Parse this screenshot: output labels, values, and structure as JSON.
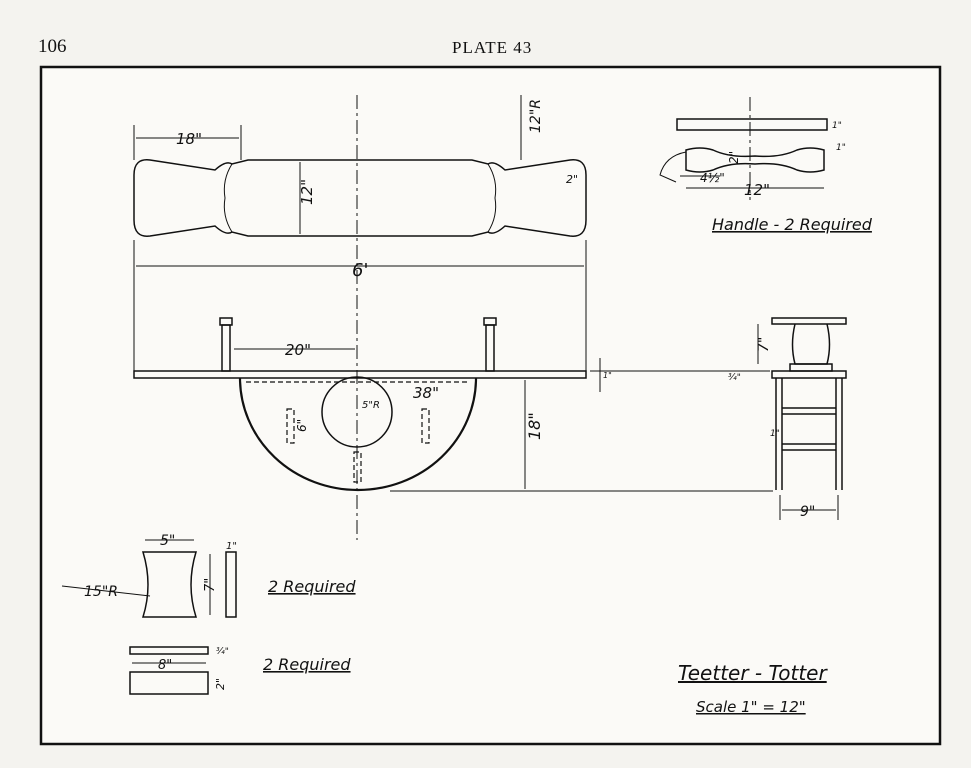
{
  "page_number": "106",
  "plate_title": "PLATE 43",
  "dimensions": {
    "d18_top": "18\"",
    "d12r": "12\"R",
    "d12_vertical": "12\"",
    "d2_top": "2\"",
    "d6ft": "6'",
    "d20": "20\"",
    "d38": "38\"",
    "d5r": "5\"R",
    "d6_slot": "6\"",
    "d18_height": "18\"",
    "d1_board": "1\"",
    "handle_d1": "1\"",
    "handle_d2": "2\"",
    "handle_d1b": "1\"",
    "handle_d4half": "4½\"",
    "handle_d12": "12\"",
    "side_d7": "7\"",
    "side_d3q": "¾\"",
    "side_d1": "1\"",
    "side_d9": "9\"",
    "block_d5": "5\"",
    "block_d1": "1\"",
    "block_d7": "7\"",
    "block_d15r": "15\"R",
    "bar_d8": "8\"",
    "bar_d3q": "¾\"",
    "bar_d2": "2\""
  },
  "labels": {
    "handle_caption": "Handle - 2 Required",
    "block_required": "2 Required",
    "bar_required": "2 Required",
    "title": "Teetter - Totter",
    "scale": "Scale 1\" = 12\""
  }
}
